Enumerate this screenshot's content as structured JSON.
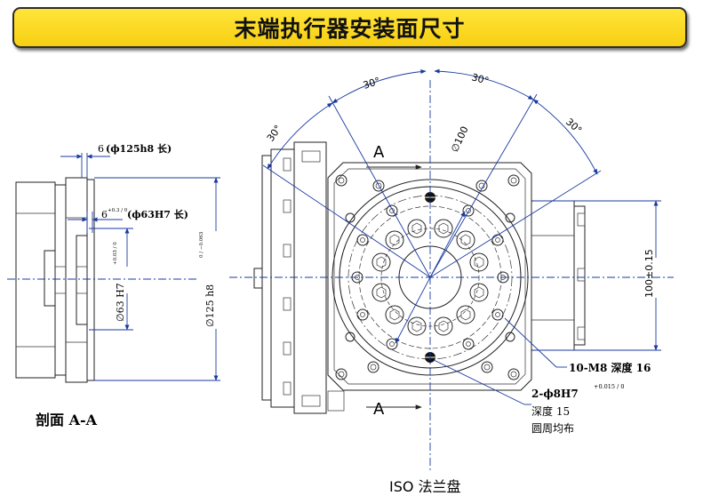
{
  "title": "末端执行器安装面尺寸",
  "section_view": {
    "caption": "剖面 A-A",
    "dim_6_prefix": "6",
    "dim_6_a_text": "(ϕ125h8 长)",
    "dim_6_b_tol": "+0.3 / 0",
    "dim_6_b_text": "(ϕ63H7 长)",
    "dim_63_text": "∅63 H7",
    "dim_63_tol": "+0.03 / 0",
    "dim_125_text": "∅125 h8",
    "dim_125_tol": "0 / −0.063"
  },
  "front_view": {
    "section_marker": "A",
    "angle_labels": [
      "30°",
      "30°",
      "30°",
      "30°"
    ],
    "dim_pcd": "∅100",
    "dim_height": "100±0.15",
    "callout_m8": "10-M8 深度 16",
    "callout_pin_main": "2-ϕ8H7",
    "callout_pin_tol": "+0.015 / 0",
    "callout_pin_depth": "深度 15",
    "callout_pin_note": "圆周均布",
    "caption": "ISO 法兰盘"
  },
  "colors": {
    "title_bg": "#f7cf12",
    "dimension_line": "#1a3aa0",
    "outline": "#222222"
  }
}
